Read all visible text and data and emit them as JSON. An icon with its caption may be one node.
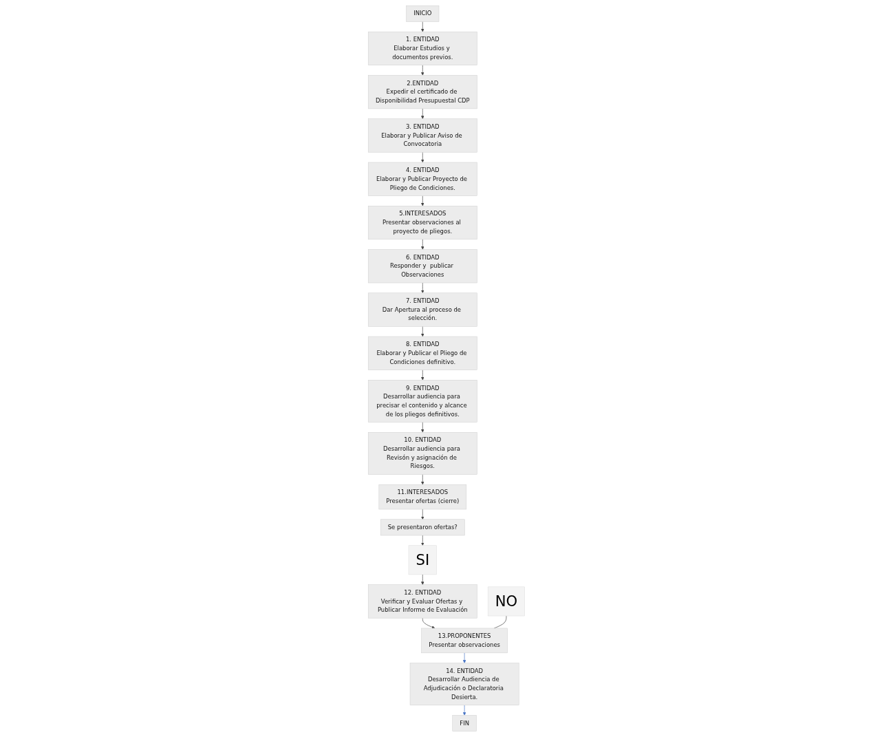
{
  "diagram": {
    "nodes": [
      {
        "text": [
          "INICIO"
        ]
      },
      {
        "text": [
          "1. ENTIDAD",
          "Elaborar Estudios y documentos previos."
        ]
      },
      {
        "text": [
          "2.ENTIDAD",
          "Expedir el certificado de Disponibilidad Presupuestal CDP"
        ]
      },
      {
        "text": [
          "3. ENTIDAD",
          "Elaborar y Publicar Aviso de Convocatoria"
        ]
      },
      {
        "text": [
          "4. ENTIDAD",
          "Elaborar y Publicar Proyecto de Pliego de Condiciones."
        ]
      },
      {
        "text": [
          "5.INTERESADOS",
          "Presentar observaciones al proyecto de pliegos."
        ]
      },
      {
        "text": [
          "6. ENTIDAD",
          "Responder y  publicar Observaciones"
        ]
      },
      {
        "text": [
          "7. ENTIDAD",
          "Dar Apertura al proceso de selección."
        ]
      },
      {
        "text": [
          "8. ENTIDAD",
          "Elaborar y Publicar el Pliego de Condiciones definitivo."
        ]
      },
      {
        "text": [
          "9. ENTIDAD",
          "Desarrollar audiencia para precisar el contenido y alcance de los pliegos definitivos."
        ]
      },
      {
        "text": [
          "10. ENTIDAD",
          "Desarrollar audiencia para Revisón y asignación de Riesgos."
        ]
      },
      {
        "text": [
          "11.INTERESADOS",
          "Presentar ofertas (cierre)"
        ]
      },
      {
        "text": [
          "Se presentaron ofertas?"
        ]
      },
      {
        "text": [
          "SI"
        ]
      },
      {
        "text": [
          "12. ENTIDAD",
          "Verificar y Evaluar Ofertas y Publicar Informe de Evaluación"
        ]
      },
      {
        "text": [
          "NO"
        ]
      },
      {
        "text": [
          "13.PROPONENTES",
          "Presentar observaciones"
        ]
      },
      {
        "text": [
          "14. ENTIDAD",
          "Desarrollar Audiencia de Adjudicación o Declaratoria Desierta."
        ]
      },
      {
        "text": [
          "FIN"
        ]
      }
    ],
    "edges": [
      {
        "from": 0,
        "to": 1,
        "arrow": "to"
      },
      {
        "from": 1,
        "to": 2,
        "arrow": "to"
      },
      {
        "from": 2,
        "to": 3,
        "arrow": "to"
      },
      {
        "from": 3,
        "to": 4,
        "arrow": "to"
      },
      {
        "from": 4,
        "to": 5,
        "arrow": "to"
      },
      {
        "from": 5,
        "to": 6,
        "arrow": "to"
      },
      {
        "from": 6,
        "to": 7,
        "arrow": "to"
      },
      {
        "from": 7,
        "to": 8,
        "arrow": "to"
      },
      {
        "from": 8,
        "to": 9,
        "arrow": "to"
      },
      {
        "from": 9,
        "to": 10,
        "arrow": "to"
      },
      {
        "from": 10,
        "to": 11,
        "arrow": "to"
      },
      {
        "from": 11,
        "to": 12,
        "arrow": "to"
      },
      {
        "from": 12,
        "to": 13,
        "arrow": "to"
      },
      {
        "from": 13,
        "to": 14,
        "arrow": "to"
      },
      {
        "from": 14,
        "to": 16,
        "arrow": "to"
      },
      {
        "from": 15,
        "to": 16,
        "arrow": "none"
      },
      {
        "from": 16,
        "to": 17,
        "arrow": "to",
        "color": "#4472c4"
      },
      {
        "from": 17,
        "to": 18,
        "arrow": "to",
        "color": "#4472c4"
      }
    ]
  }
}
